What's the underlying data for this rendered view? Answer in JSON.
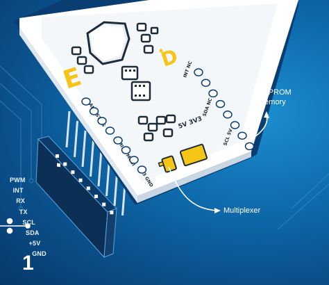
{
  "callouts": {
    "eeprom_line1": "EEPROM",
    "eeprom_line2": "memory",
    "multiplexer": "Multiplexer"
  },
  "mikrobus_pins": [
    "PWM",
    "INT",
    "RX",
    "TX",
    "SCL",
    "SDA",
    "+5V",
    "GND"
  ],
  "socket_number": "1",
  "board_marks": {
    "left_letter": "E",
    "right_letter": "D"
  },
  "colors": {
    "background": "#0f6eb0",
    "board": "#ffffff",
    "accent_yellow": "#f5c518",
    "chip": "#e9eef3"
  },
  "icons": [
    "arrow-icon",
    "chip-icon",
    "header-pin-icon"
  ]
}
